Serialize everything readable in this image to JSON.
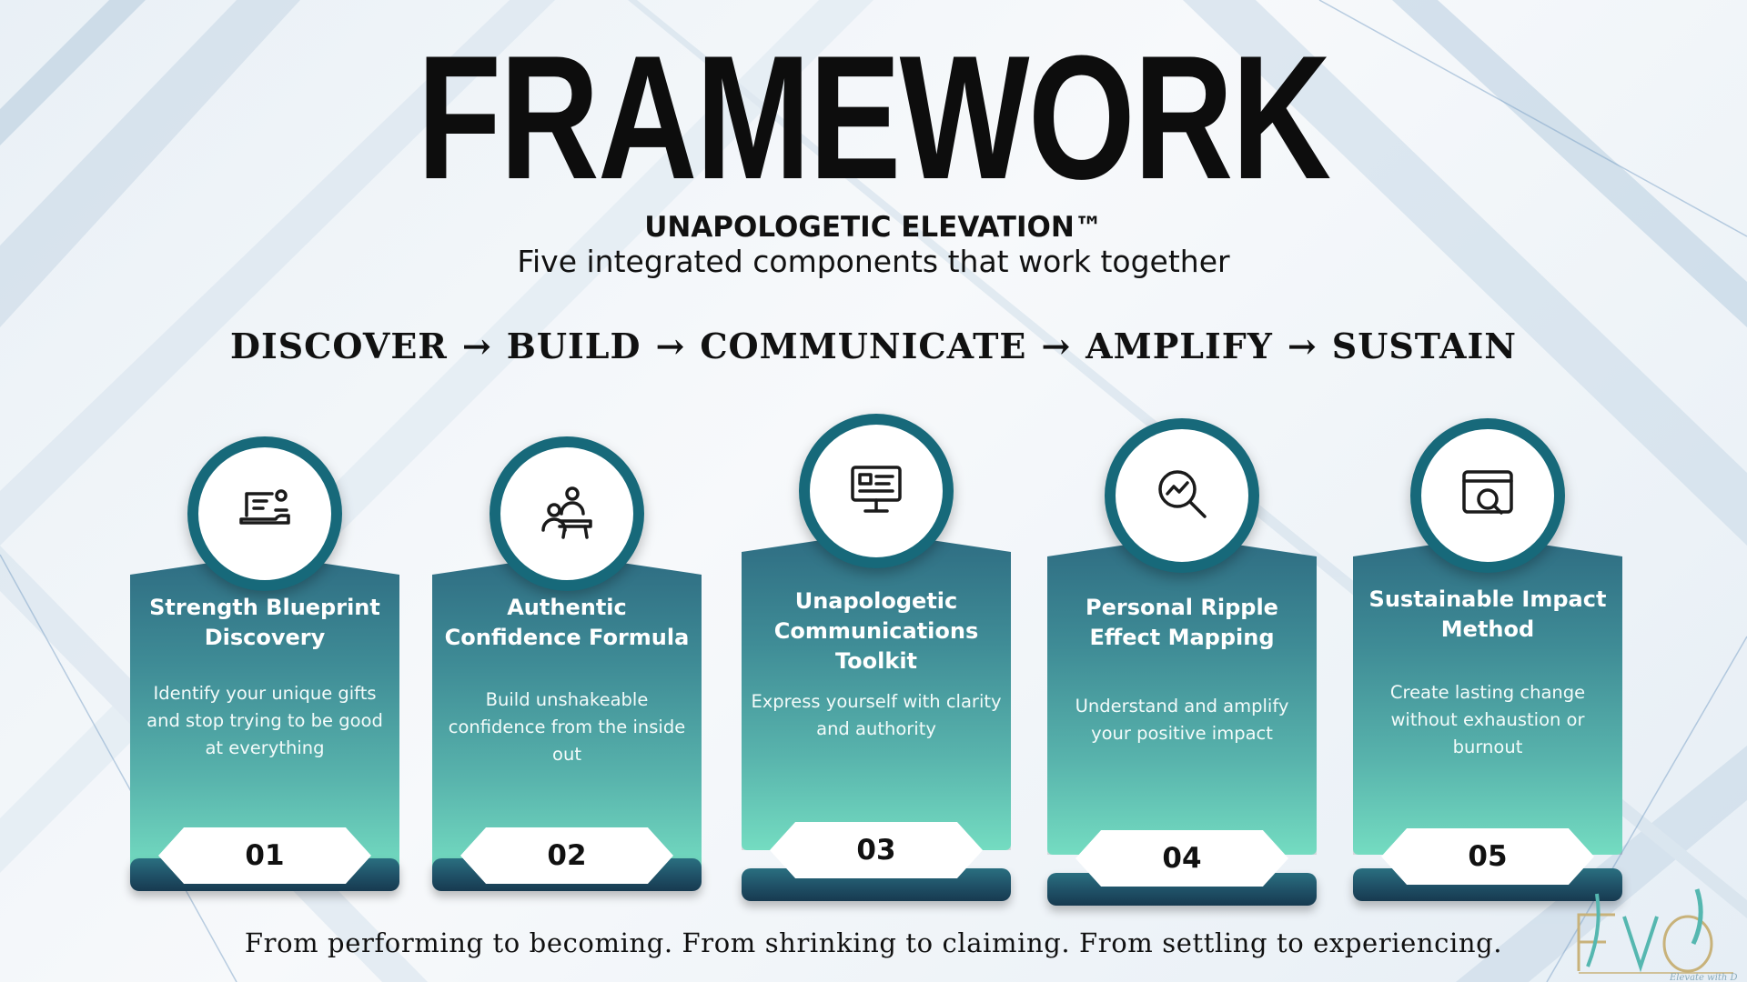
{
  "title": "FRAMEWORK",
  "subtitle": "UNAPOLOGETIC ELEVATION™",
  "tagline": "Five integrated components that work together",
  "process": {
    "steps": [
      "DISCOVER",
      "BUILD",
      "COMMUNICATE",
      "AMPLIFY",
      "SUSTAIN"
    ],
    "arrow": "→"
  },
  "cards": [
    {
      "icon": "laptop-profile-icon",
      "title": "Strength Blueprint Discovery",
      "description": "Identify your unique gifts and stop trying to be good at everything",
      "number": "01"
    },
    {
      "icon": "user-presenting-icon",
      "title": "Authentic Confidence Formula",
      "description": "Build unshakeable confidence from the inside out",
      "number": "02"
    },
    {
      "icon": "monitor-presentation-icon",
      "title": "Unapologetic Communications Toolkit",
      "description": "Express yourself with clarity and authority",
      "number": "03"
    },
    {
      "icon": "magnifier-trend-icon",
      "title": "Personal Ripple Effect Mapping",
      "description": "Understand and amplify your positive impact",
      "number": "04"
    },
    {
      "icon": "browser-search-icon",
      "title": "Sustainable Impact Method",
      "description": "Create lasting change without exhaustion or burnout",
      "number": "05"
    }
  ],
  "footer": "From performing to becoming. From shrinking to claiming. From settling to experiencing.",
  "logo": {
    "text": "EVO",
    "subtext": "Elevate with D"
  },
  "colors": {
    "teal_dark": "#17697a",
    "teal_mid": "#3f8c96",
    "mint": "#74dcc1",
    "text": "#111111"
  }
}
